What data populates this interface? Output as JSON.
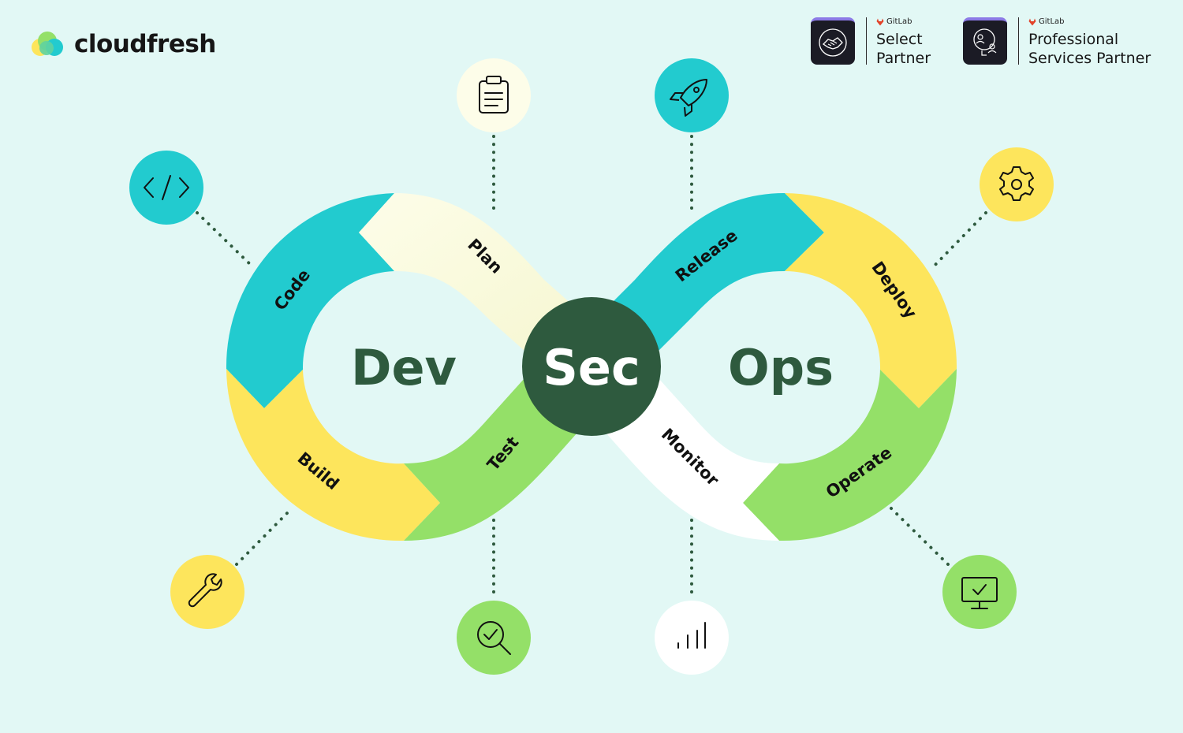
{
  "brand": {
    "name": "cloudfresh"
  },
  "badges": [
    {
      "vendor": "GitLab",
      "title_line1": "Select",
      "title_line2": "Partner",
      "icon": "handshake-icon"
    },
    {
      "vendor": "GitLab",
      "title_line1": "Professional",
      "title_line2": "Services Partner",
      "icon": "people-support-icon"
    }
  ],
  "center": {
    "left": "Dev",
    "middle": "Sec",
    "right": "Ops"
  },
  "stages": [
    {
      "label": "Code",
      "icon": "code-brackets-icon",
      "color": "#22cbcf"
    },
    {
      "label": "Plan",
      "icon": "clipboard-icon",
      "color": "#fdfde9"
    },
    {
      "label": "Build",
      "icon": "wrench-icon",
      "color": "#fde55c"
    },
    {
      "label": "Test",
      "icon": "search-check-icon",
      "color": "#94e068"
    },
    {
      "label": "Release",
      "icon": "rocket-icon",
      "color": "#22cbcf"
    },
    {
      "label": "Deploy",
      "icon": "gear-icon",
      "color": "#fde55c"
    },
    {
      "label": "Operate",
      "icon": "monitor-check-icon",
      "color": "#94e068"
    },
    {
      "label": "Monitor",
      "icon": "bar-chart-icon",
      "color": "#ffffff"
    }
  ],
  "colors": {
    "background": "#e2f8f5",
    "dark_green": "#2e5a3e",
    "badge_dark": "#1b1b25",
    "badge_accent": "#8c7ae6"
  }
}
